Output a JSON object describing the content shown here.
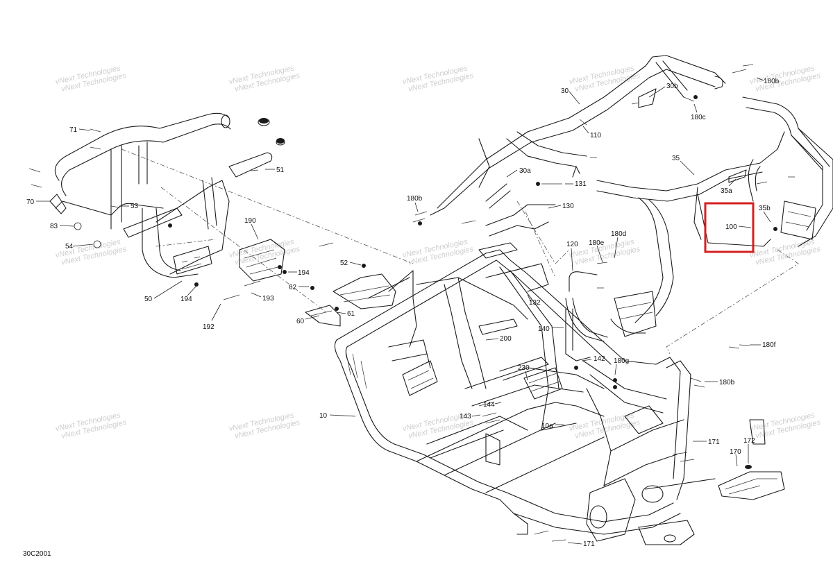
{
  "diagram": {
    "drawing_code": "30C2001",
    "watermark_text": "vNext Technologies",
    "highlight_label": "100",
    "highlight_color": "#d61f1f",
    "callouts": [
      "10",
      "10a",
      "30",
      "30a",
      "30b",
      "35",
      "35a",
      "35b",
      "50",
      "51",
      "52",
      "53",
      "54",
      "60",
      "61",
      "62",
      "70",
      "71",
      "83",
      "100",
      "110",
      "120",
      "130",
      "131",
      "132",
      "140",
      "142",
      "143",
      "144",
      "170",
      "171",
      "171",
      "172",
      "180b",
      "180b",
      "180b",
      "180c",
      "180d",
      "180e",
      "180f",
      "180g",
      "190",
      "192",
      "193",
      "194",
      "194",
      "200",
      "230"
    ]
  }
}
